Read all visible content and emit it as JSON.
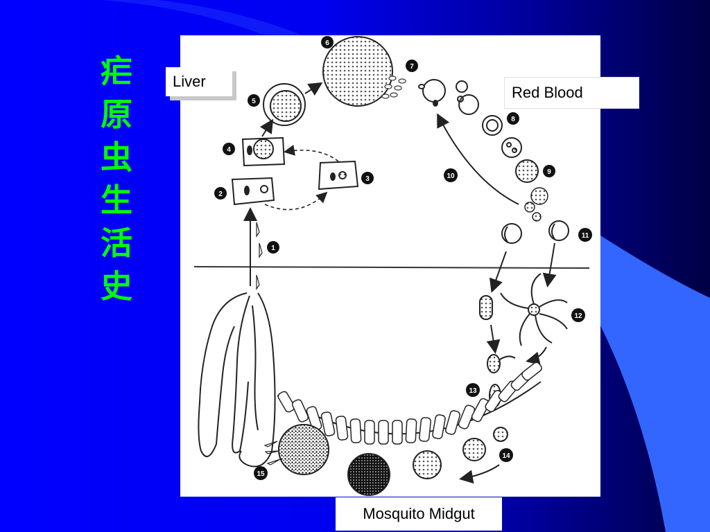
{
  "slide": {
    "title_chars": [
      "疟",
      "原",
      "虫",
      "生",
      "活",
      "史"
    ]
  },
  "labels": {
    "liver": "Liver",
    "red_blood": "Red Blood",
    "mosquito_midgut": "Mosquito Midgut"
  },
  "stage_numbers": [
    "1",
    "2",
    "3",
    "4",
    "5",
    "6",
    "7",
    "8",
    "9",
    "10",
    "11",
    "12",
    "13",
    "14",
    "15"
  ],
  "colors": {
    "title": "#00ff00",
    "background": "#0000ff",
    "accent_swoosh": "#3366ff"
  }
}
